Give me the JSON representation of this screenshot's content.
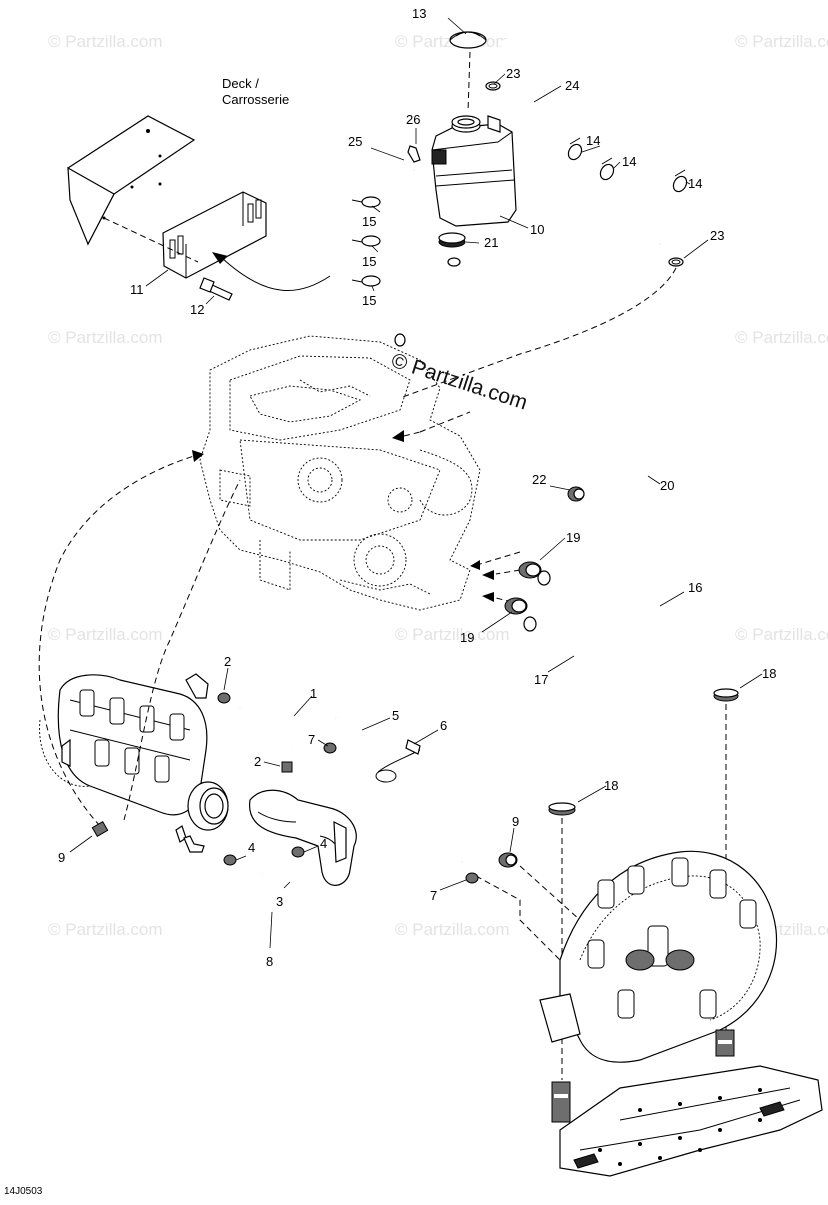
{
  "diagram": {
    "code": "14J0503",
    "watermark_main": "© Partzilla.com",
    "watermark_faint": "© Partzilla.com",
    "deck_label_line1": "Deck /",
    "deck_label_line2": "Carrosserie",
    "callouts": [
      {
        "id": "1",
        "text": "1"
      },
      {
        "id": "2a",
        "text": "2"
      },
      {
        "id": "2b",
        "text": "2"
      },
      {
        "id": "3",
        "text": "3"
      },
      {
        "id": "4a",
        "text": "4"
      },
      {
        "id": "4b",
        "text": "4"
      },
      {
        "id": "5",
        "text": "5"
      },
      {
        "id": "6",
        "text": "6"
      },
      {
        "id": "7a",
        "text": "7"
      },
      {
        "id": "7b",
        "text": "7"
      },
      {
        "id": "8",
        "text": "8"
      },
      {
        "id": "9a",
        "text": "9"
      },
      {
        "id": "9b",
        "text": "9"
      },
      {
        "id": "10",
        "text": "10"
      },
      {
        "id": "11",
        "text": "11"
      },
      {
        "id": "12",
        "text": "12"
      },
      {
        "id": "13",
        "text": "13"
      },
      {
        "id": "14a",
        "text": "14"
      },
      {
        "id": "14b",
        "text": "14"
      },
      {
        "id": "14c",
        "text": "14"
      },
      {
        "id": "15a",
        "text": "15"
      },
      {
        "id": "15b",
        "text": "15"
      },
      {
        "id": "15c",
        "text": "15"
      },
      {
        "id": "16",
        "text": "16"
      },
      {
        "id": "17",
        "text": "17"
      },
      {
        "id": "18a",
        "text": "18"
      },
      {
        "id": "18b",
        "text": "18"
      },
      {
        "id": "19a",
        "text": "19"
      },
      {
        "id": "19b",
        "text": "19"
      },
      {
        "id": "20",
        "text": "20"
      },
      {
        "id": "21",
        "text": "21"
      },
      {
        "id": "22",
        "text": "22"
      },
      {
        "id": "23a",
        "text": "23"
      },
      {
        "id": "23b",
        "text": "23"
      },
      {
        "id": "24",
        "text": "24"
      },
      {
        "id": "25",
        "text": "25"
      },
      {
        "id": "26",
        "text": "26"
      }
    ]
  }
}
